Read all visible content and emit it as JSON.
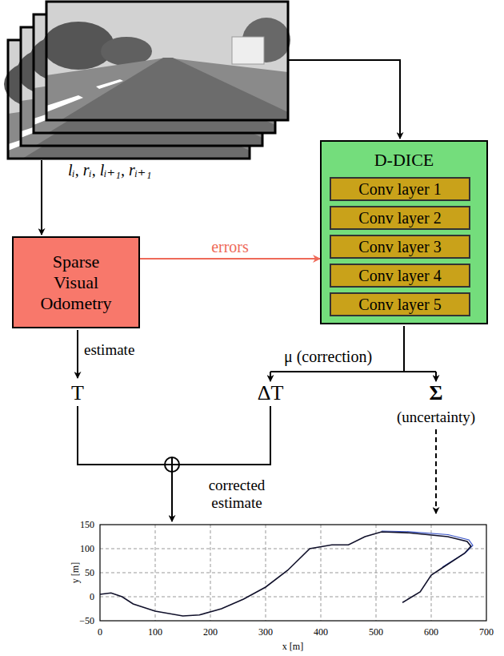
{
  "diagram": {
    "nodes": [
      {
        "text": [
          "D-DICE"
        ]
      },
      {
        "text": [
          "Conv layer 1"
        ],
        "in": 0
      },
      {
        "text": [
          "Conv layer 2"
        ],
        "in": 0
      },
      {
        "text": [
          "Conv layer 3"
        ],
        "in": 0
      },
      {
        "text": [
          "Conv layer 4"
        ],
        "in": 0
      },
      {
        "text": [
          "Conv layer 5"
        ],
        "in": 0
      },
      {
        "text": [
          "Sparse Visual Odometry"
        ]
      }
    ],
    "edges": [
      {
        "from": 6,
        "to": 0,
        "arrow": "to",
        "label": "errors"
      }
    ],
    "labels": [
      "lᵢ, rᵢ, lᵢ₊₁, rᵢ₊₁",
      "estimate",
      "T",
      "μ (correction)",
      "ΔT",
      "Σ",
      "(uncertainty)",
      "corrected estimate",
      "150",
      "100",
      "50",
      "0",
      "−50",
      "0",
      "100",
      "200",
      "300",
      "400",
      "500",
      "600",
      "700",
      "x [m]",
      "y [m]"
    ]
  }
}
